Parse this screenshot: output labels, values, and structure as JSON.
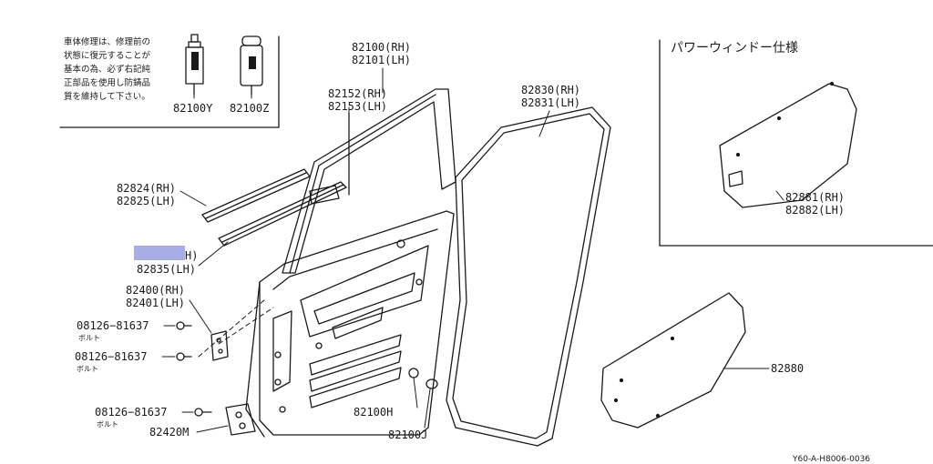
{
  "note": {
    "lines": [
      "車体修理は、修理前の",
      "状態に復元することが",
      "基本の為、必ず右記純",
      "正部品を使用し防錆品",
      "質を維持して下さい。"
    ]
  },
  "power_window": {
    "title": "パワーウィンドー仕様"
  },
  "labels": {
    "p82100y": "82100Y",
    "p82100z": "82100Z",
    "p82100_rh": "82100(RH)",
    "p82101_lh": "82101(LH)",
    "p82152_rh": "82152(RH)",
    "p82153_lh": "82153(LH)",
    "p82830_rh": "82830(RH)",
    "p82831_lh": "82831(LH)",
    "p82824_rh": "82824(RH)",
    "p82825_lh": "82825(LH)",
    "p8283x_rh_partial": "H)",
    "p82835_lh": "82835(LH)",
    "p82400_rh": "82400(RH)",
    "p82401_lh": "82401(LH)",
    "bolt1": "08126−81637",
    "bolt2": "08126−81637",
    "bolt3": "08126−81637",
    "bolt_kana": "ボルト",
    "p82420m": "82420M",
    "p82100h": "82100H",
    "p82100j": "82100J",
    "p82881_rh": "82881(RH)",
    "p82882_lh": "82882(LH)",
    "p82880": "82880"
  },
  "ref_code": "Y60-A-H8006-0036"
}
